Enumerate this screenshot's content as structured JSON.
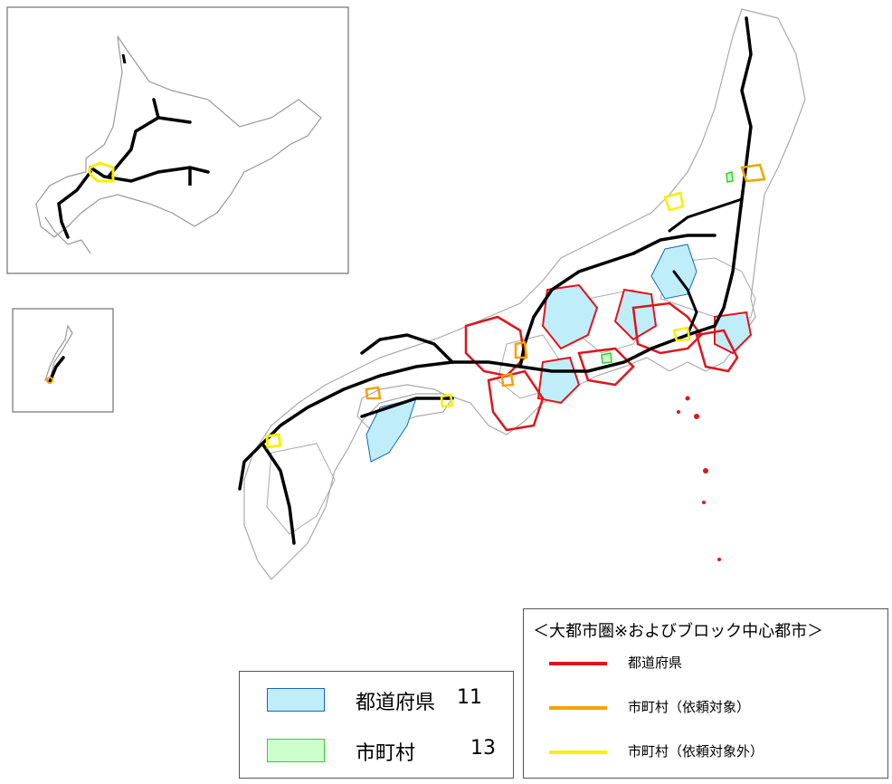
{
  "colors": {
    "prefecture_outline": "#e0141c",
    "municipality_requested": "#f5a200",
    "municipality_not_requested": "#f7f000",
    "prefecture_fill": "#bfeefa",
    "prefecture_fill_border": "#1565c0",
    "municipality_fill": "#ccffcc",
    "municipality_fill_border": "#33cc33",
    "expressway": "#000000",
    "boundary": "#aaaaaa"
  },
  "legend_lines": {
    "title": "＜大都市圏※およびブロック中心都市＞",
    "items": [
      {
        "label": "都道府県",
        "color_key": "prefecture_outline"
      },
      {
        "label": "市町村（依頼対象）",
        "color_key": "municipality_requested"
      },
      {
        "label": "市町村（依頼対象外）",
        "color_key": "municipality_not_requested"
      }
    ]
  },
  "legend_areas": {
    "items": [
      {
        "label": "都道府県",
        "count": "11"
      },
      {
        "label": "市町村",
        "count": "13"
      }
    ]
  },
  "map": {
    "icons": [
      "hokkaido-inset-map",
      "okinawa-inset-map",
      "japan-main-map"
    ]
  }
}
